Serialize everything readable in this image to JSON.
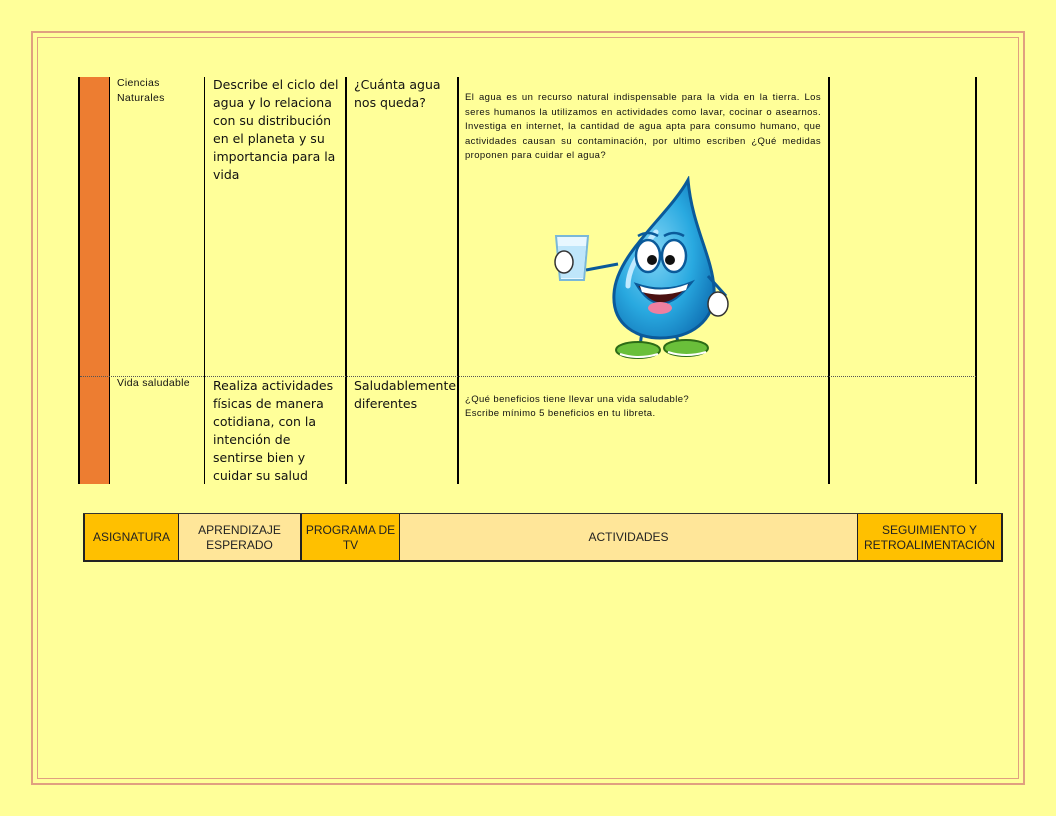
{
  "rows": [
    {
      "subject": "Ciencias Naturales",
      "expected_learning": "Describe el ciclo del agua y lo relaciona con su distribución en el planeta y su importancia para la vida",
      "tv_program": "¿Cuánta agua nos queda?",
      "activity": "El agua es un recurso natural indispensable para la vida en la tierra. Los seres humanos la utilizamos en actividades como lavar, cocinar o asearnos. Investiga en internet, la cantidad de agua apta para consumo humano, que actividades causan su contaminación, por ultimo escriben ¿Qué medidas proponen para cuidar el agua?",
      "image_icon": "water-drop-mascot-icon"
    },
    {
      "subject": "Vida saludable",
      "expected_learning": "Realiza actividades físicas de manera cotidiana, con la intención de sentirse bien y cuidar su salud",
      "tv_program": "Saludablemente diferentes",
      "activity_line1": "¿Qué beneficios tiene llevar  una vida saludable?",
      "activity_line2": "Escribe mínimo 5 beneficios en tu libreta."
    }
  ],
  "header": {
    "asignatura": "ASIGNATURA",
    "aprendizaje": "APRENDIZAJE ESPERADO",
    "programa": "PROGRAMA DE TV",
    "actividades": "ACTIVIDADES",
    "seguimiento": "SEGUIMIENTO Y RETROALIMENTACIÓN"
  },
  "colors": {
    "page_background": "#ffff99",
    "subject_bar": "#ed7d31",
    "header_gold": "#ffc000",
    "header_tan": "#ffe699",
    "drop_blue": "#29a9e0"
  }
}
